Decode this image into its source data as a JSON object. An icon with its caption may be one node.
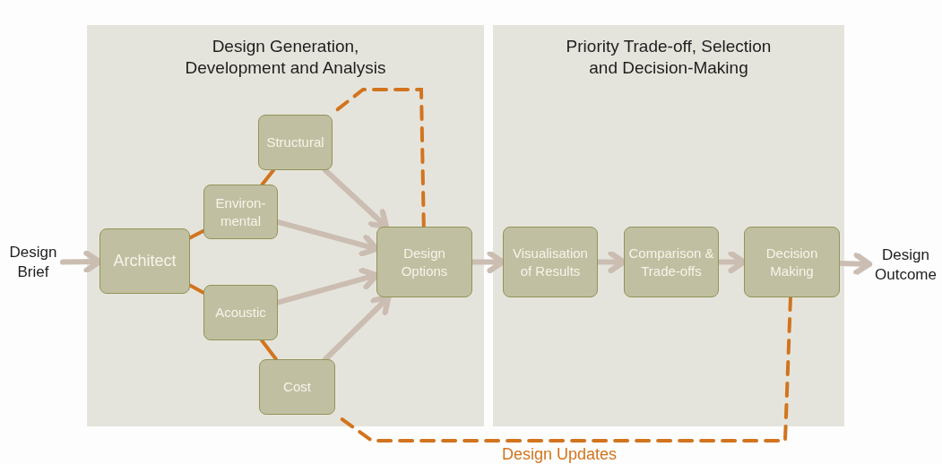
{
  "diagram": {
    "nodes": [
      {
        "text": [
          "Design Generation, Development and Analysis"
        ]
      },
      {
        "text": [
          "Priority Trade-off, Selection and Decision-Making"
        ]
      },
      {
        "text": [
          "Design Brief"
        ]
      },
      {
        "text": [
          "Architect"
        ],
        "in": 0
      },
      {
        "text": [
          "Structural"
        ],
        "in": 0
      },
      {
        "text": [
          "Environ-mental"
        ],
        "in": 0
      },
      {
        "text": [
          "Acoustic"
        ],
        "in": 0
      },
      {
        "text": [
          "Cost"
        ],
        "in": 0
      },
      {
        "text": [
          "Design Options"
        ],
        "in": 0
      },
      {
        "text": [
          "Visualisation of Results"
        ],
        "in": 1
      },
      {
        "text": [
          "Comparison & Trade-offs"
        ],
        "in": 1
      },
      {
        "text": [
          "Decision Making"
        ],
        "in": 1
      },
      {
        "text": [
          "Design Outcome"
        ]
      }
    ],
    "edges": [
      {
        "from": 2,
        "to": 3,
        "arrow": "to"
      },
      {
        "from": 3,
        "to": 5,
        "arrow": "none",
        "color": "#d2741e"
      },
      {
        "from": 5,
        "to": 4,
        "arrow": "none",
        "color": "#d2741e"
      },
      {
        "from": 3,
        "to": 6,
        "arrow": "none",
        "color": "#d2741e"
      },
      {
        "from": 6,
        "to": 7,
        "arrow": "none",
        "color": "#d2741e"
      },
      {
        "from": 4,
        "to": 8,
        "arrow": "to"
      },
      {
        "from": 5,
        "to": 8,
        "arrow": "to"
      },
      {
        "from": 6,
        "to": 8,
        "arrow": "to"
      },
      {
        "from": 7,
        "to": 8,
        "arrow": "to"
      },
      {
        "from": 8,
        "to": 4,
        "arrow": "none",
        "style": "dashed",
        "color": "#d2741e"
      },
      {
        "from": 8,
        "to": 9,
        "arrow": "to"
      },
      {
        "from": 9,
        "to": 10,
        "arrow": "to"
      },
      {
        "from": 10,
        "to": 11,
        "arrow": "to"
      },
      {
        "from": 11,
        "to": 12,
        "arrow": "to"
      },
      {
        "from": 11,
        "to": 7,
        "arrow": "none",
        "style": "dashed",
        "color": "#d2741e",
        "label": "Design Updates"
      }
    ]
  }
}
